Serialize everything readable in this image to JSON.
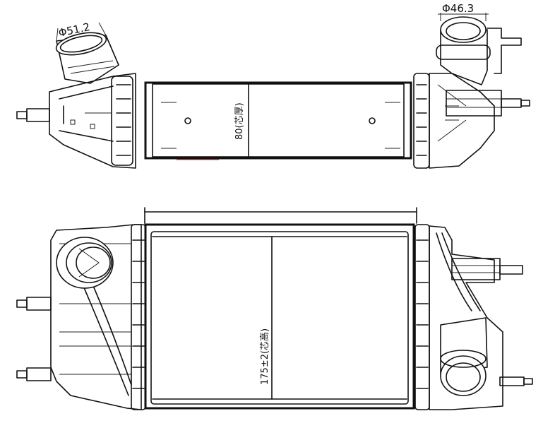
{
  "labels": {
    "inlet_diameter": "Φ51.2",
    "outlet_diameter": "Φ46.3",
    "core_thickness": "80(芯厚)",
    "core_height": "175±2(芯高)"
  },
  "colors": {
    "line": "#111111",
    "background": "#ffffff"
  }
}
